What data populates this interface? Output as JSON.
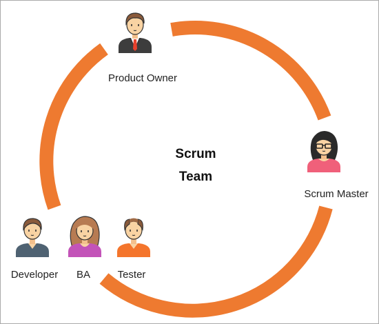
{
  "diagram": {
    "center_title_line1": "Scrum",
    "center_title_line2": "Team",
    "ring_color": "#ee7a30",
    "roles": [
      {
        "label": "Product Owner",
        "icon": "businessman-icon"
      },
      {
        "label": "Scrum Master",
        "icon": "woman-glasses-icon"
      },
      {
        "label": "Developer",
        "icon": "developer-icon"
      },
      {
        "label": "BA",
        "icon": "business-analyst-woman-icon"
      },
      {
        "label": "Tester",
        "icon": "tester-icon"
      }
    ]
  }
}
